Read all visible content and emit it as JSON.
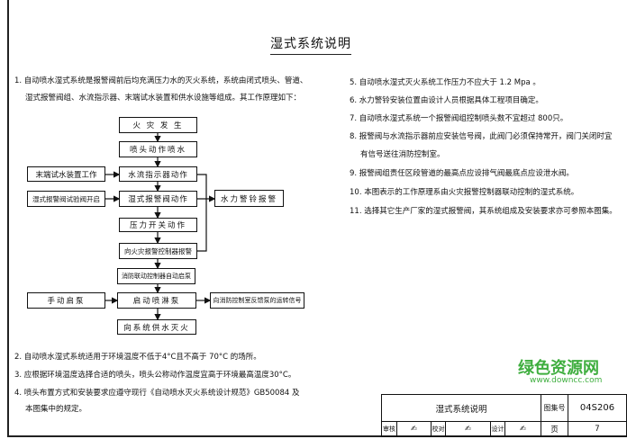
{
  "title": "湿式系统说明",
  "notes_left": {
    "n1_line1": "1. 自动喷水湿式系统是报警阀前后均充满压力水的灭火系统，系统由闭式喷头、管道、",
    "n1_line2": "湿式报警阀组、水流指示器、末端试水装置和供水设施等组成。其工作原理如下：",
    "n2": "2. 自动喷水湿式系统适用于环境温度不低于4°C且不高于 70°C 的场所。",
    "n3": "3. 应根据环境温度选择合适的喷头，喷头公称动作温度宜高于环境最高温度30°C。",
    "n4_line1": "4. 喷头布置方式和安装要求应遵守现行《自动喷水灭火系统设计规范》GB50084 及",
    "n4_line2": "本图集中的规定。"
  },
  "notes_right": {
    "n5": "5. 自动喷水湿式灭火系统工作压力不应大于 1.2 Mpa 。",
    "n6": "6. 水力警铃安装位置由设计人员根据具体工程项目确定。",
    "n7": "7. 自动喷水湿式系统一个报警阀组控制喷头数不宜超过 800只。",
    "n8_line1": "8. 报警阀与水流指示器前应安装信号阀，此阀门必须保持常开，阀门关闭时宜",
    "n8_line2": "有信号送往消防控制室。",
    "n9": "9. 报警阀组责任区段管道的最高点应设排气阀最底点应设泄水阀。",
    "n10": "10. 本图表示的工作原理系由火灾报警控制器联动控制的湿式系统。",
    "n11": "11. 选择其它生产厂家的湿式报警阀，其系统组成及安装要求亦可参照本图集。"
  },
  "flowchart": {
    "fire": "火 灾 发 生",
    "sprinkler": "喷头动作喷水",
    "flow_indicator": "水流指示器动作",
    "end_test": "末端试水装置工作",
    "alarm_valve": "湿式报警阀动作",
    "valve_test": "湿式报警阀试验阀开启",
    "water_bell": "水力警铃报警",
    "pressure_switch": "压力开关动作",
    "fire_alarm_ctrl": "向火灾报警控制器报警",
    "auto_pump": "消防联动控制器自动启泵",
    "start_pump": "启动喷淋泵",
    "manual_pump": "手动启泵",
    "feedback": "向消防控制室反馈泵的运转信号",
    "supply": "向系统供水灭火"
  },
  "title_block": {
    "drawing_name": "湿式系统说明",
    "atlas_label": "图集号",
    "atlas_no": "04S206",
    "review_label": "审核",
    "check_label": "校对",
    "design_label": "设计",
    "page_label": "页",
    "page_no": "7"
  },
  "watermark": {
    "text": "绿色资源网",
    "url": "www.downcc.com"
  }
}
